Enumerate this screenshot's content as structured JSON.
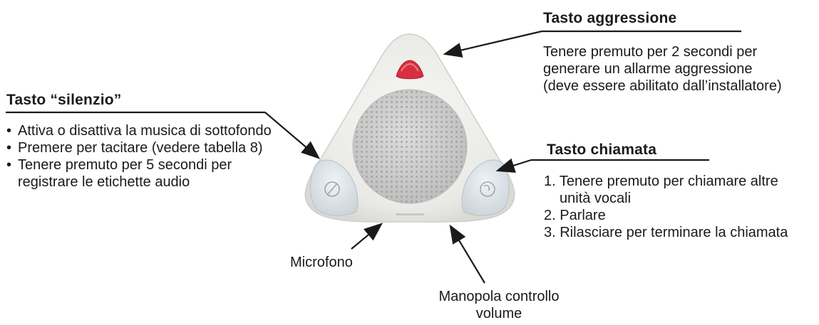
{
  "aggressione": {
    "title": "Tasto aggressione",
    "description": "Tenere premuto per 2 secondi per generare un allarme aggressione (deve essere abilitato dall’installatore)"
  },
  "silenzio": {
    "title": "Tasto “silenzio”",
    "items": [
      "Attiva o disattiva la musica di sottofondo",
      "Premere per tacitare (vedere tabella 8)",
      "Tenere premuto per 5 secondi per registrare le etichette audio"
    ]
  },
  "chiamata": {
    "title": "Tasto chiamata",
    "steps": [
      "1. Tenere premuto per chiamare altre unità vocali",
      "2. Parlare",
      "3. Rilasciare per terminare la chiamata"
    ]
  },
  "microfono": {
    "label": "Microfono"
  },
  "volume": {
    "label": "Manopola controllo volume"
  },
  "colors": {
    "text": "#1a1a1a",
    "device_body": "#eeeeea",
    "panic_button": "#d63040",
    "grille": "#cfcfcf"
  }
}
